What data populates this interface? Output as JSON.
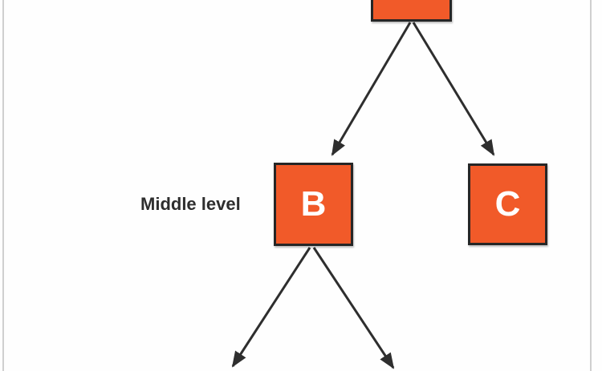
{
  "diagram": {
    "title": "tree-hierarchy-diagram",
    "level_label": "Middle level",
    "nodes": {
      "top": {
        "label": "",
        "note": "partially cut off at top of image"
      },
      "b": {
        "label": "B"
      },
      "c": {
        "label": "C"
      }
    },
    "edges": [
      {
        "from": "top",
        "to": "b"
      },
      {
        "from": "top",
        "to": "c"
      },
      {
        "from": "b",
        "to": "offscreen-bottom-left"
      },
      {
        "from": "b",
        "to": "offscreen-bottom-right"
      }
    ],
    "colors": {
      "node_fill": "#F15A29",
      "node_border": "#262626",
      "arrow": "#2e2e2e",
      "frame_line": "#cfcfcf",
      "text": "#2e2e2e"
    }
  }
}
